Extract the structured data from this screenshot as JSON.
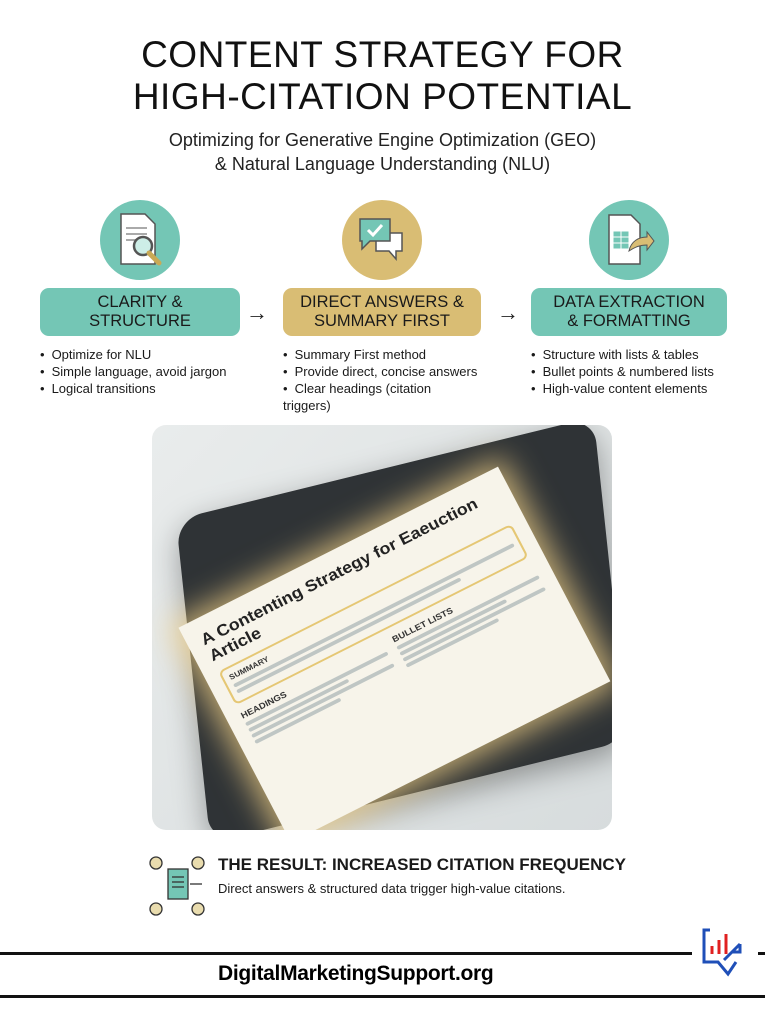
{
  "header": {
    "title_line1": "CONTENT STRATEGY FOR",
    "title_line2": "HIGH-CITATION POTENTIAL",
    "subtitle_line1": "Optimizing for Generative Engine Optimization (GEO)",
    "subtitle_line2": "& Natural Language Understanding (NLU)"
  },
  "colors": {
    "teal": "#74c6b5",
    "gold": "#d9bd74",
    "dark": "#1a1a1a",
    "logo_blue": "#1f4fb8",
    "logo_red": "#e02020"
  },
  "pillars": [
    {
      "icon": "document-search-icon",
      "title_line1": "CLARITY &",
      "title_line2": "STRUCTURE",
      "color": "teal",
      "bullets": [
        "Optimize for NLU",
        "Simple language, avoid jargon",
        "Logical transitions"
      ]
    },
    {
      "icon": "chat-check-icon",
      "title_line1": "DIRECT ANSWERS &",
      "title_line2": "SUMMARY FIRST",
      "color": "gold",
      "bullets": [
        "Summary First method",
        "Provide direct, concise answers",
        "Clear headings (citation triggers)"
      ]
    },
    {
      "icon": "spreadsheet-export-icon",
      "title_line1": "DATA EXTRACTION",
      "title_line2": "& FORMATTING",
      "color": "teal",
      "bullets": [
        "Structure with lists & tables",
        "Bullet points & numbered lists",
        "High-value content elements"
      ]
    }
  ],
  "tablet_doc": {
    "title": "A Contenting Strategy for Eaeuction Article",
    "summary": "SUMMARY",
    "headings": "HEADINGS",
    "bullet_lists": "BULLET LISTS"
  },
  "result": {
    "title": "THE RESULT: INCREASED CITATION FREQUENCY",
    "subtitle": "Direct answers & structured data trigger high-value citations."
  },
  "footer": {
    "site": "DigitalMarketingSupport.org"
  }
}
